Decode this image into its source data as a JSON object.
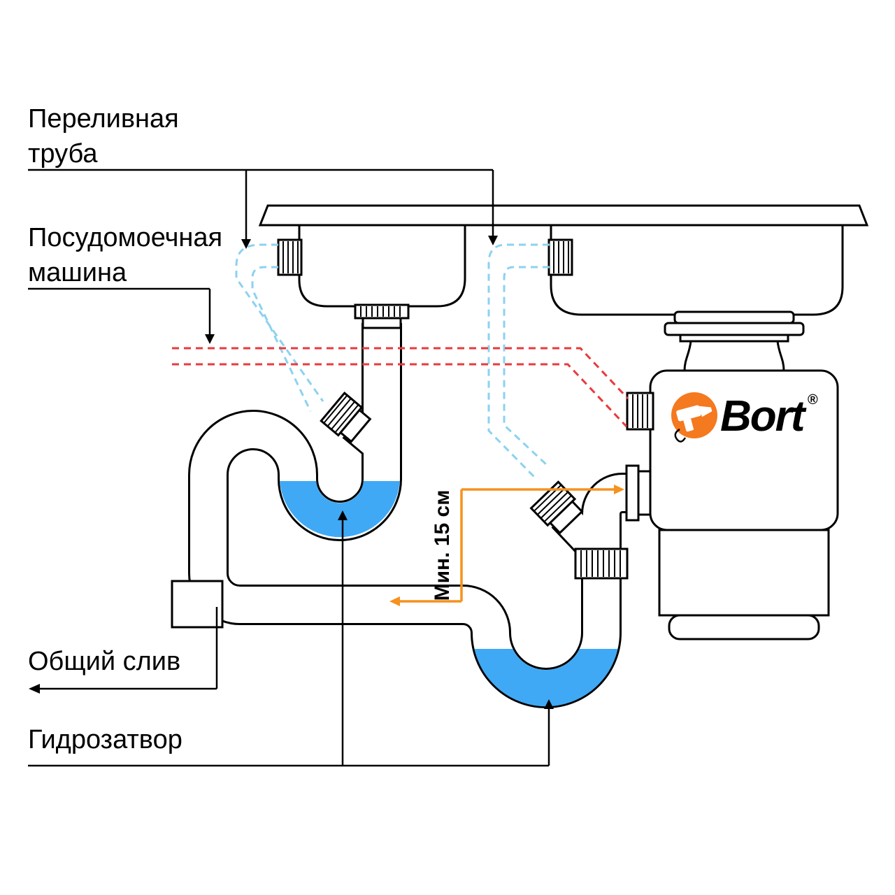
{
  "diagram": {
    "title_hint": "Bort food waste disposer installation scheme",
    "labels": {
      "overflow_pipe": {
        "line1": "Переливная",
        "line2": "труба"
      },
      "dishwasher": {
        "line1": "Посудомоечная",
        "line2": "машина"
      },
      "common_drain": "Общий слив",
      "water_trap": "Гидрозатвор",
      "min_height": "Мин. 15 см"
    },
    "brand": {
      "name": "Bort",
      "registered": "®"
    },
    "colors": {
      "water": "#3FA9F5",
      "overflow_line": "#8CD2F0",
      "dishwasher_line": "#E93A3C",
      "flow_arrow": "#F6921E",
      "brand_orange": "#F4791F",
      "line": "#000000"
    }
  }
}
